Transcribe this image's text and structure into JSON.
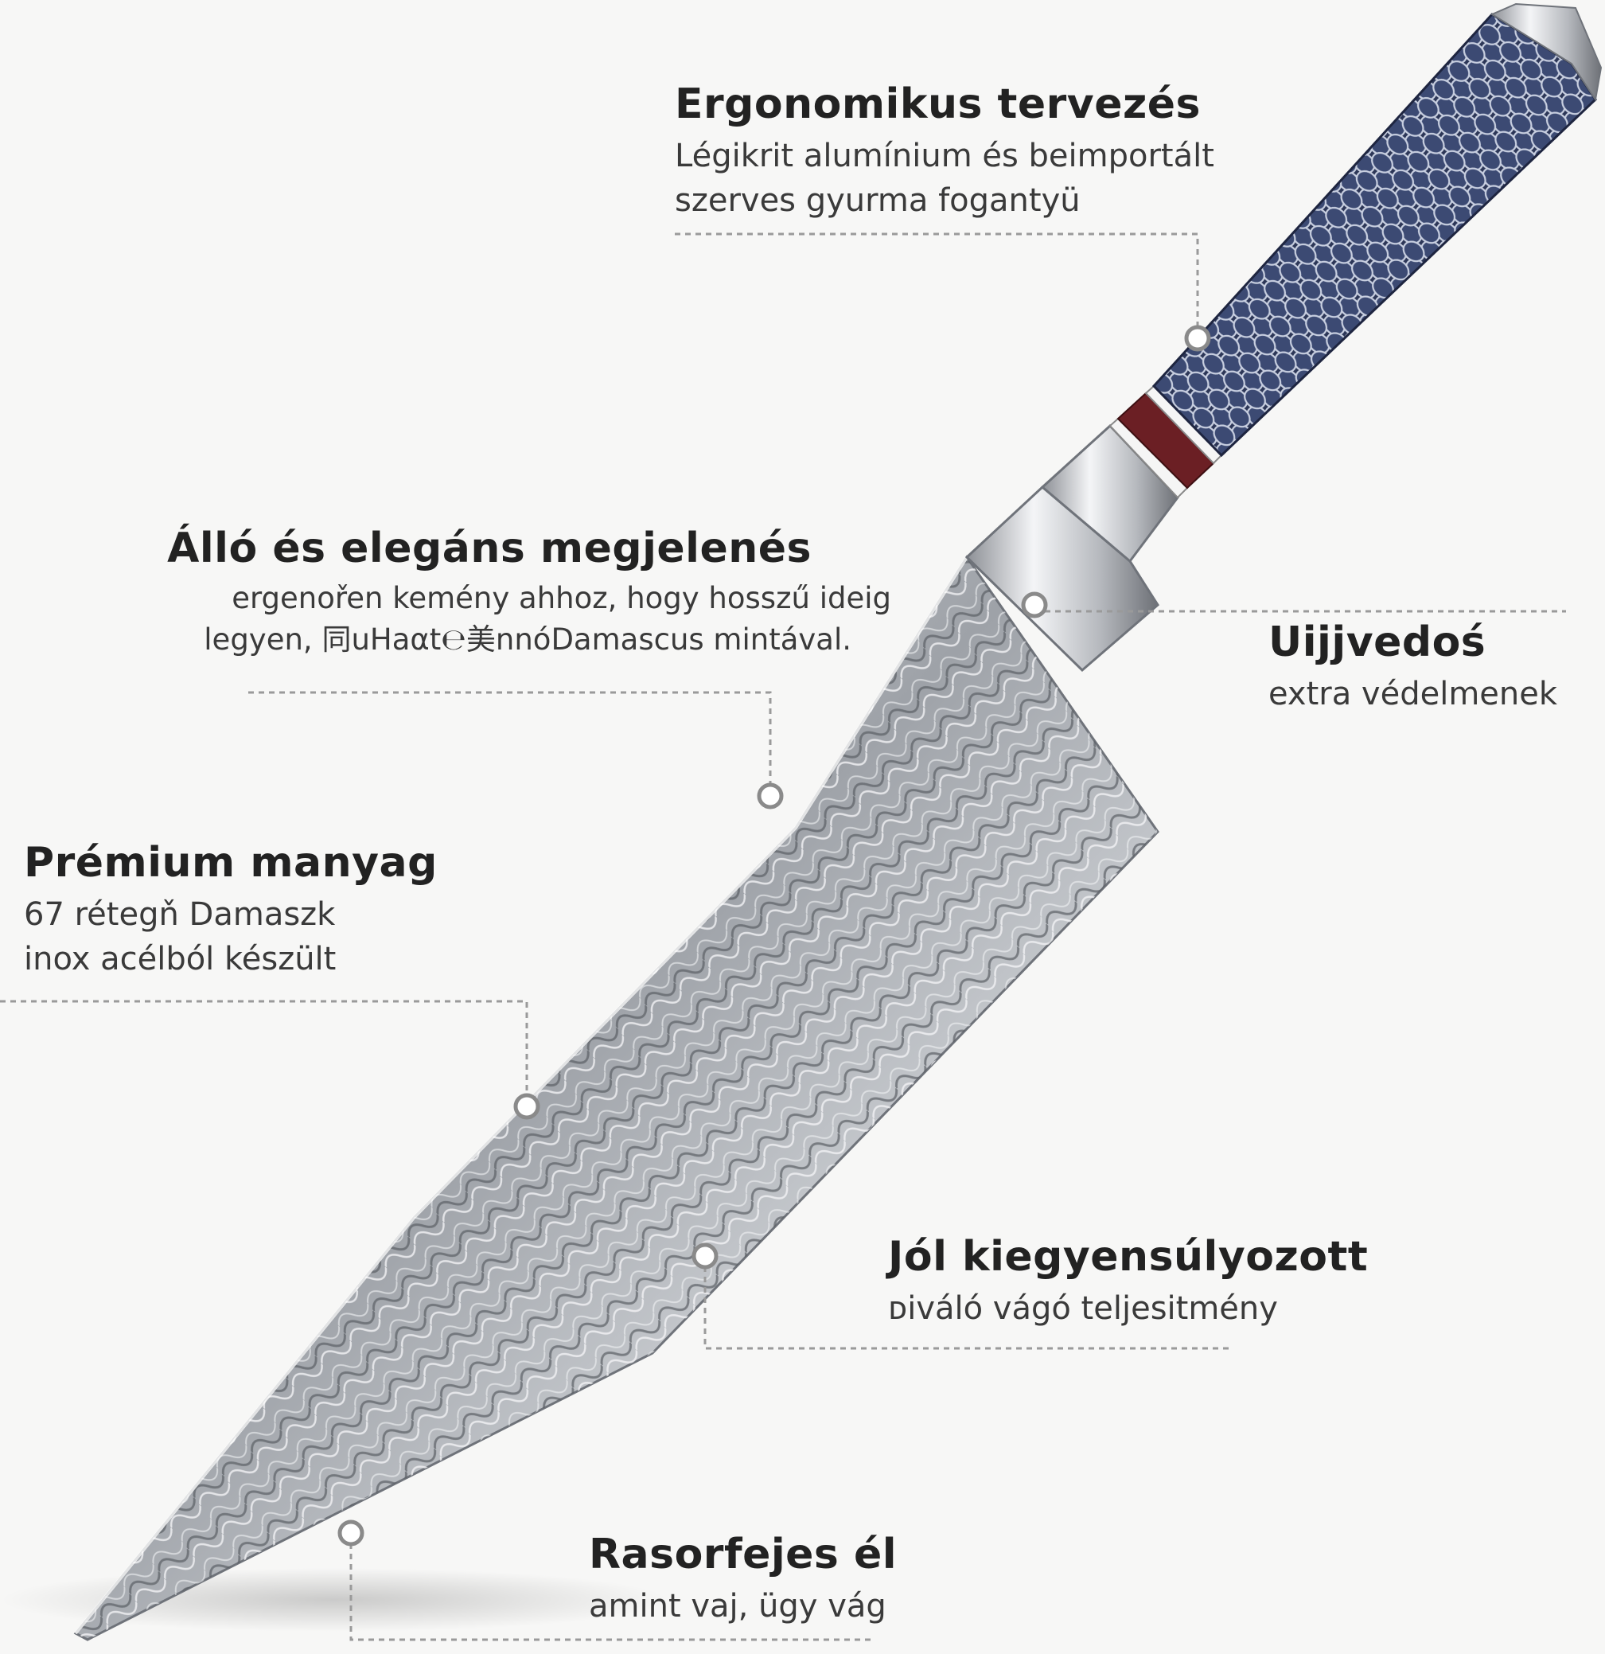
{
  "colors": {
    "background": "#f7f7f6",
    "handle": "#2f3a5c",
    "bolster": "#c9ccd1",
    "spacer_wood": "#6b1f24",
    "blade": "#b9bcc1",
    "leader_line": "#9a9a9a"
  },
  "features": [
    {
      "id": "ergonomic",
      "title": "Ergonomikus tervezés",
      "lines": [
        "Légikrit alumínium és beimportált",
        "szerves gyurma fogantyü"
      ]
    },
    {
      "id": "elegant",
      "title": "Álló és elegáns megjelenés",
      "lines": [
        "ergenořen kemény ahhoz, hogy hosszű ideig",
        "legyen, 同uHaαt℮美nnόDamascus mintával."
      ]
    },
    {
      "id": "guard",
      "title": "Uijjvedoś",
      "lines": [
        "extra védelmenek"
      ]
    },
    {
      "id": "premium",
      "title": "Prémium manyag",
      "lines": [
        "67 rétegň Damaszk",
        "inox acélból készült"
      ]
    },
    {
      "id": "balanced",
      "title": "Jól kiegyensúlyozott",
      "lines": [
        "ᴅiváló vágó teljesitmény"
      ]
    },
    {
      "id": "razor",
      "title": "Rasorfejes él",
      "lines": [
        "amint vaj, ügy vág"
      ]
    }
  ]
}
